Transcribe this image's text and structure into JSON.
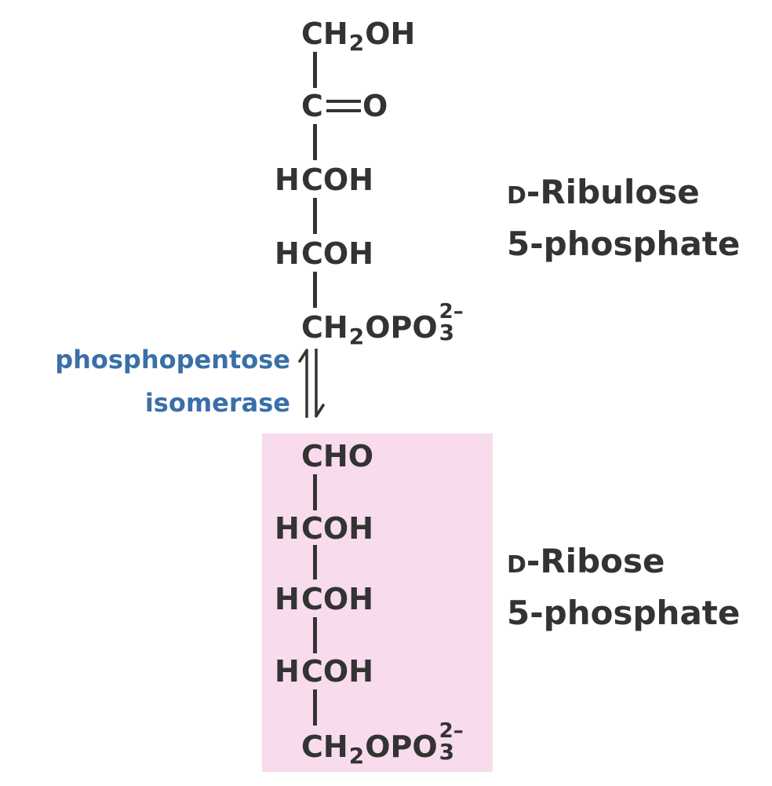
{
  "colors": {
    "ink": "#333333",
    "enzyme_text": "#3a6fa8",
    "highlight_box": "#f8dbed"
  },
  "top_molecule": {
    "c1": "CH",
    "c1_sub": "2",
    "c1_tail": "OH",
    "c2_c": "C",
    "c2_o": "O",
    "c3_h": "H",
    "c3_group": "COH",
    "c4_h": "H",
    "c4_group": "COH",
    "c5": "CH",
    "c5_sub": "2",
    "c5_tail": "OPO",
    "c5_sub3": "3",
    "c5_charge": "2–",
    "name_prefix": "D",
    "name_line1": "-Ribulose",
    "name_line2": "5-phosphate"
  },
  "enzyme": {
    "line1": "phosphopentose",
    "line2": "isomerase"
  },
  "bottom_molecule": {
    "c1": "CHO",
    "c2_h": "H",
    "c2_group": "COH",
    "c3_h": "H",
    "c3_group": "COH",
    "c4_h": "H",
    "c4_group": "COH",
    "c5": "CH",
    "c5_sub": "2",
    "c5_tail": "OPO",
    "c5_sub3": "3",
    "c5_charge": "2–",
    "name_prefix": "D",
    "name_line1": "-Ribose",
    "name_line2": "5-phosphate"
  }
}
